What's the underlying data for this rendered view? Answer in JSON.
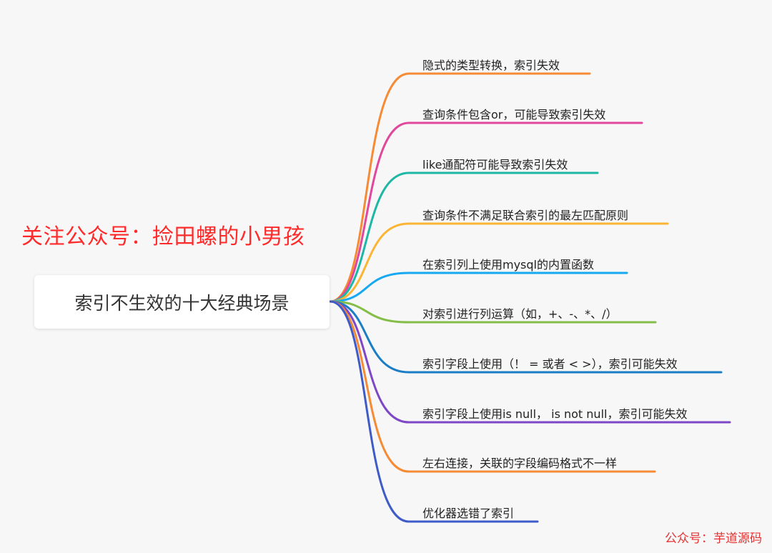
{
  "root": {
    "label": "索引不生效的十大经典场景"
  },
  "promo_text": "关注公众号：捡田螺的小男孩",
  "watermark": "公众号：芋道源码",
  "branches": [
    {
      "label": "隐式的类型转换，索引失效",
      "color": "#f68b36"
    },
    {
      "label": "查询条件包含or，可能导致索引失效",
      "color": "#e0499b"
    },
    {
      "label": "like通配符可能导致索引失效",
      "color": "#1db8a5"
    },
    {
      "label": "查询条件不满足联合索引的最左匹配原则",
      "color": "#fbb534"
    },
    {
      "label": "在索引列上使用mysql的内置函数",
      "color": "#16a8f0"
    },
    {
      "label": "对索引进行列运算（如，+、-、*、/）",
      "color": "#84bd48"
    },
    {
      "label": "索引字段上使用（！ = 或者 < >），索引可能失效",
      "color": "#1a7dc6"
    },
    {
      "label": "索引字段上使用is null， is not null，索引可能失效",
      "color": "#7e47c6"
    },
    {
      "label": "左右连接，关联的字段编码格式不一样",
      "color": "#f68b36"
    },
    {
      "label": "优化器选错了索引",
      "color": "#3e5bc8"
    }
  ]
}
